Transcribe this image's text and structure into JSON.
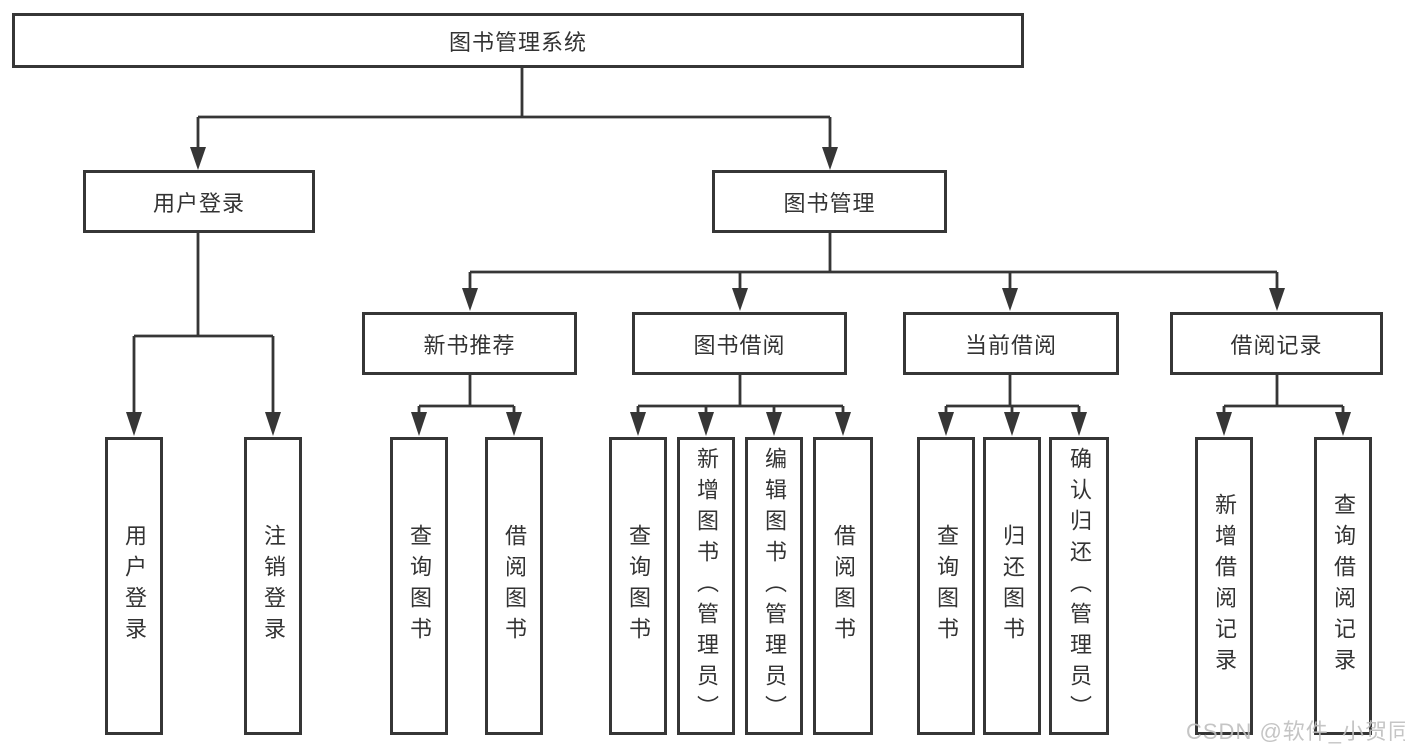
{
  "diagram": {
    "root": {
      "label": "图书管理系统"
    },
    "level2": [
      {
        "id": "user-login",
        "label": "用户登录"
      },
      {
        "id": "book-management",
        "label": "图书管理"
      }
    ],
    "level3": [
      {
        "id": "new-book-recommend",
        "label": "新书推荐"
      },
      {
        "id": "book-borrowing",
        "label": "图书借阅"
      },
      {
        "id": "current-borrowing",
        "label": "当前借阅"
      },
      {
        "id": "borrowing-records",
        "label": "借阅记录"
      }
    ],
    "leaves": [
      {
        "id": "user-login",
        "label": "用户登录"
      },
      {
        "id": "logout",
        "label": "注销登录"
      },
      {
        "id": "query-books-recommend",
        "label": "查询图书"
      },
      {
        "id": "borrow-books-recommend",
        "label": "借阅图书"
      },
      {
        "id": "query-books-borrowing",
        "label": "查询图书"
      },
      {
        "id": "add-book-admin",
        "label": "新增图书（管理员）"
      },
      {
        "id": "edit-book-admin",
        "label": "编辑图书（管理员）"
      },
      {
        "id": "borrow-books-borrowing",
        "label": "借阅图书"
      },
      {
        "id": "query-books-current",
        "label": "查询图书"
      },
      {
        "id": "return-book",
        "label": "归还图书"
      },
      {
        "id": "confirm-return-admin",
        "label": "确认归还（管理员）"
      },
      {
        "id": "add-borrow-record",
        "label": "新增借阅记录"
      },
      {
        "id": "query-borrow-record",
        "label": "查询借阅记录"
      }
    ]
  },
  "watermark": {
    "text": "CSDN @软件_小贺同学"
  },
  "colors": {
    "line": "#363636",
    "text": "#333333",
    "watermark": "#bfbfbf",
    "background": "#ffffff"
  }
}
